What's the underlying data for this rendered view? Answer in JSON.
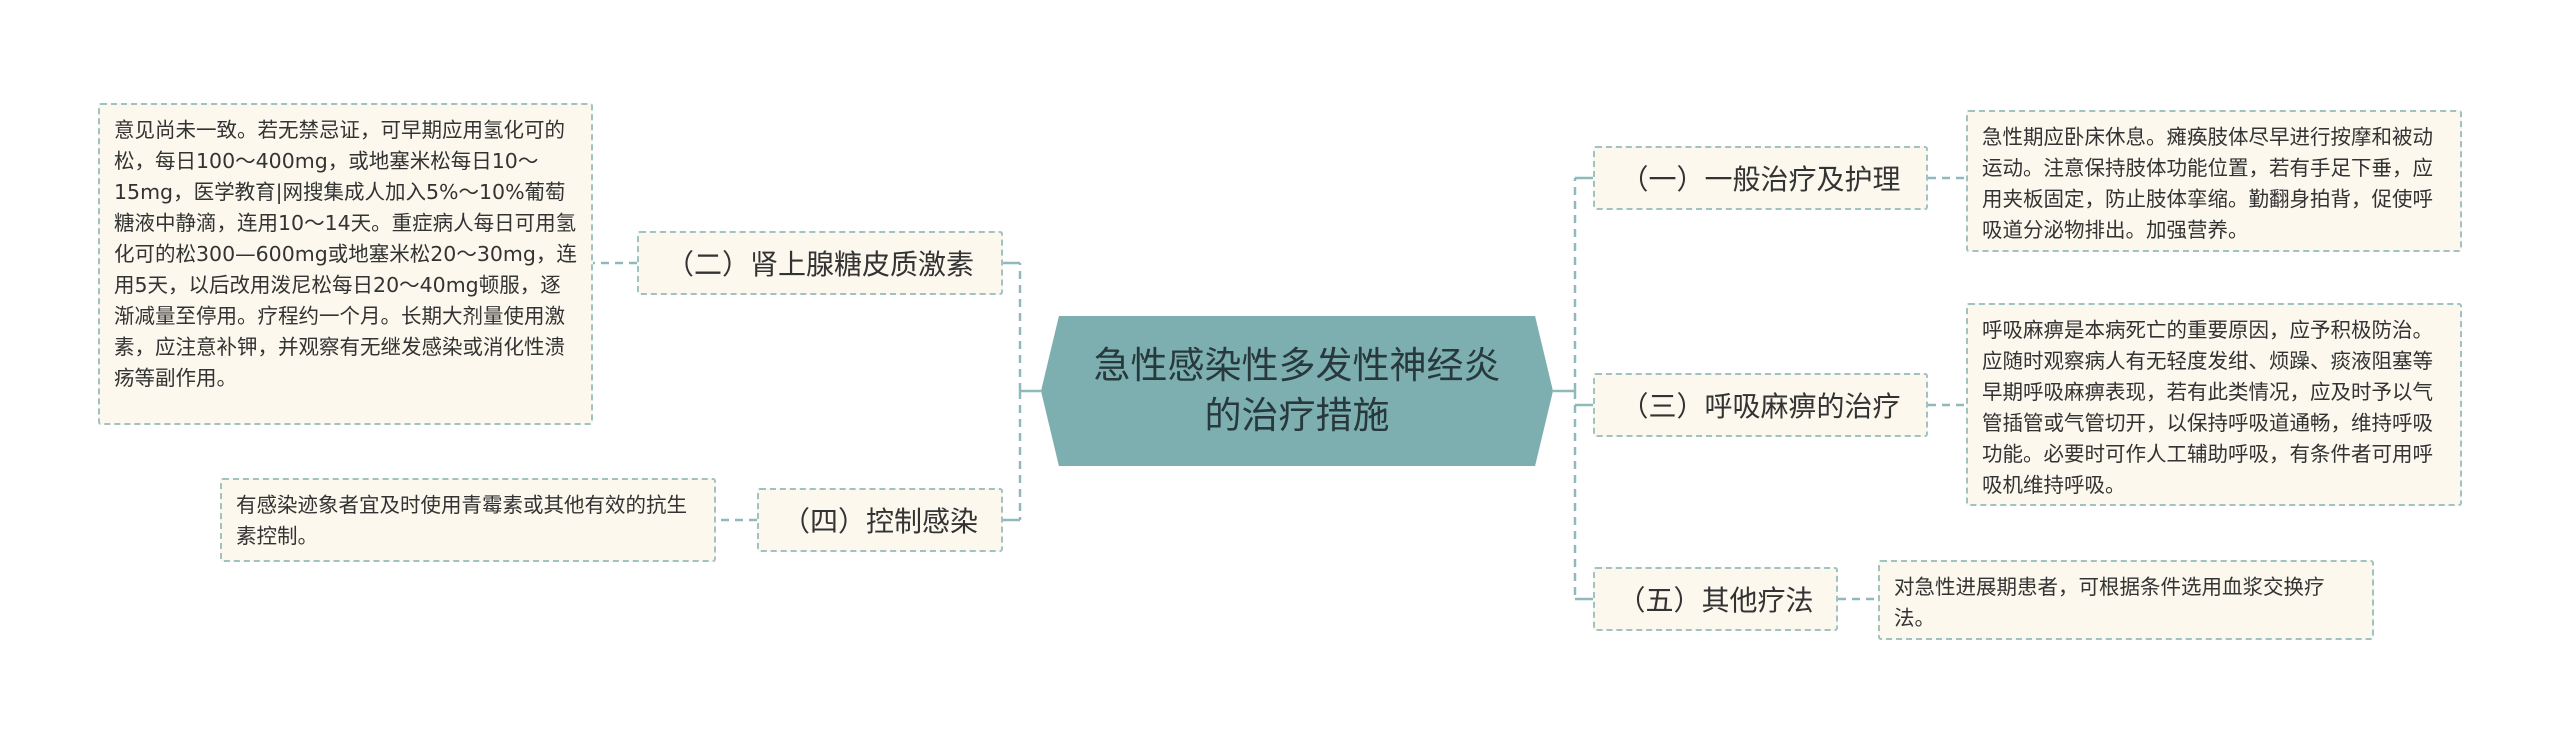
{
  "center": {
    "title": "急性感染性多发性神经炎的治疗措施"
  },
  "branches": [
    {
      "label": "（一）一般治疗及护理",
      "note": "急性期应卧床休息。瘫痪肢体尽早进行按摩和被动运动。注意保持肢体功能位置，若有手足下垂，应用夹板固定，防止肢体挛缩。勤翻身拍背，促使呼吸道分泌物排出。加强营养。"
    },
    {
      "label": "（二）肾上腺糖皮质激素",
      "note": "意见尚未一致。若无禁忌证，可早期应用氢化可的松，每日100～400mg，或地塞米松每日10～15mg，医学教育|网搜集成人加入5%～10%葡萄糖液中静滴，连用10～14天。重症病人每日可用氢化可的松300—600mg或地塞米松20～30mg，连用5天，以后改用泼尼松每日20～40mg顿服，逐渐减量至停用。疗程约一个月。长期大剂量使用激素，应注意补钾，并观察有无继发感染或消化性溃疡等副作用。"
    },
    {
      "label": "（三）呼吸麻痹的治疗",
      "note": "呼吸麻痹是本病死亡的重要原因，应予积极防治。应随时观察病人有无轻度发绀、烦躁、痰液阻塞等早期呼吸麻痹表现，若有此类情况，应及时予以气管插管或气管切开，以保持呼吸道通畅，维持呼吸功能。必要时可作人工辅助呼吸，有条件者可用呼吸机维持呼吸。"
    },
    {
      "label": "（四）控制感染",
      "note": "有感染迹象者宜及时使用青霉素或其他有效的抗生素控制。"
    },
    {
      "label": "（五）其他疗法",
      "note": "对急性进展期患者，可根据条件选用血浆交换疗法。"
    }
  ],
  "colors": {
    "center_fill": "#7dafb1",
    "node_fill": "#fcf8ee",
    "border": "#9fc2c3",
    "line": "#8fb9ba"
  }
}
